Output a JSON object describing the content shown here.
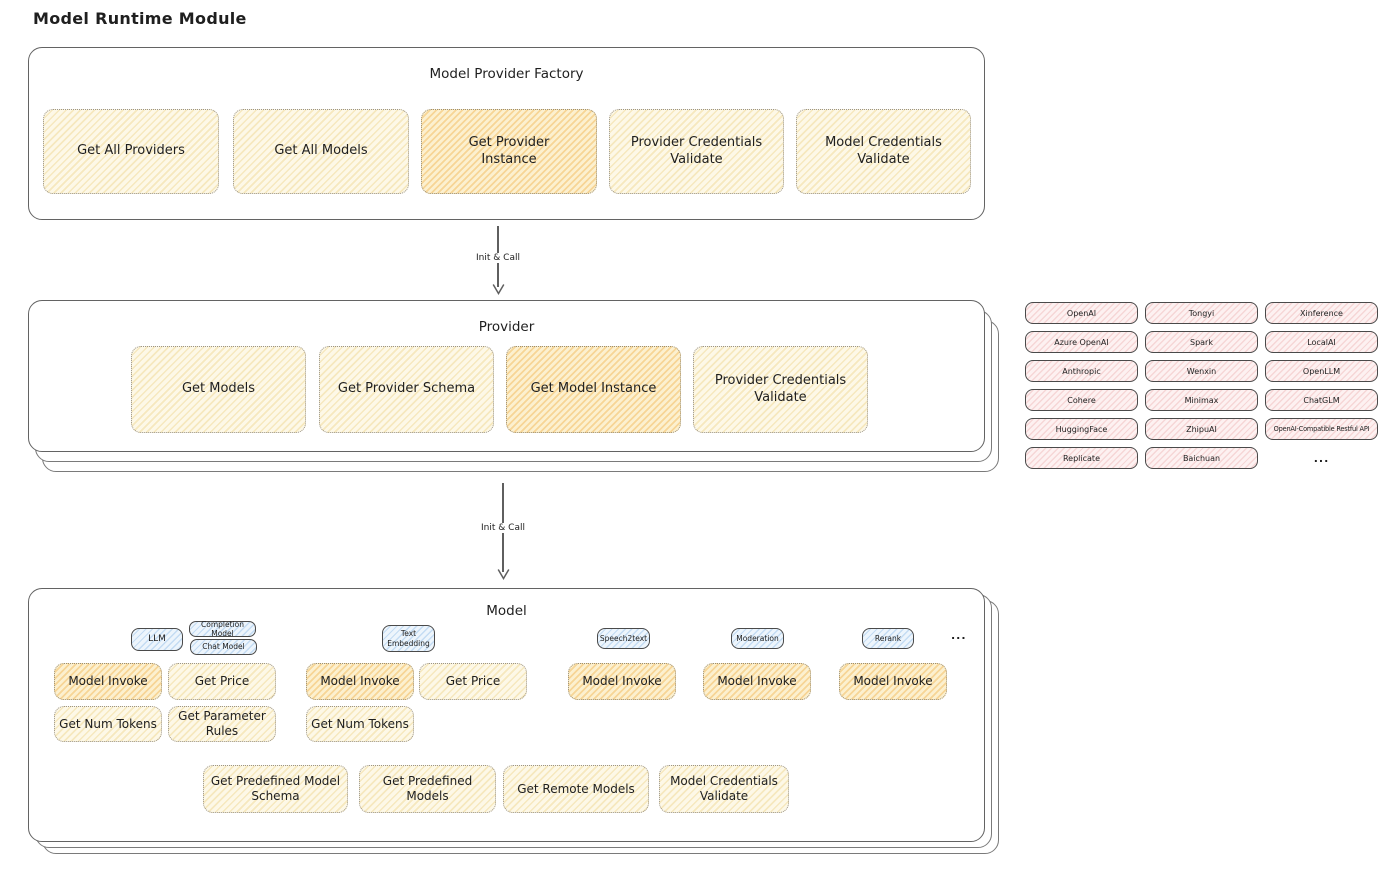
{
  "title": "Model Runtime Module",
  "colors": {
    "yellow_fill": "#fdf8e7",
    "orange_fill": "#fcf0cf",
    "pink_fill": "#fdf1f1",
    "blue_fill": "#edf5fc",
    "panel_border": "#636363",
    "accent_hatch_orange": "#f0b048"
  },
  "factory": {
    "title": "Model Provider Factory",
    "boxes": [
      {
        "label": "Get All Providers",
        "highlighted": false
      },
      {
        "label": "Get All Models",
        "highlighted": false
      },
      {
        "label": "Get Provider\nInstance",
        "highlighted": true
      },
      {
        "label": "Provider Credentials\nValidate",
        "highlighted": false
      },
      {
        "label": "Model Credentials\nValidate",
        "highlighted": false
      }
    ]
  },
  "arrow1": {
    "label": "Init & Call"
  },
  "provider": {
    "title": "Provider",
    "boxes": [
      {
        "label": "Get Models",
        "highlighted": false
      },
      {
        "label": "Get Provider Schema",
        "highlighted": false
      },
      {
        "label": "Get Model Instance",
        "highlighted": true
      },
      {
        "label": "Provider Credentials\nValidate",
        "highlighted": false
      }
    ]
  },
  "providers_grid": {
    "items": [
      "OpenAI",
      "Tongyi",
      "Xinference",
      "Azure OpenAI",
      "Spark",
      "LocalAI",
      "Anthropic",
      "Wenxin",
      "OpenLLM",
      "Cohere",
      "Minimax",
      "ChatGLM",
      "HuggingFace",
      "ZhipuAI",
      "OpenAI-Compatible Restful API",
      "Replicate",
      "Baichuan",
      "..."
    ]
  },
  "arrow2": {
    "label": "Init & Call"
  },
  "model": {
    "title": "Model",
    "tags": {
      "llm": "LLM",
      "completion_model": "Completion Model",
      "chat_model": "Chat Model",
      "text_embedding": "Text\nEmbedding",
      "speech2text": "Speech2text",
      "moderation": "Moderation",
      "rerank": "Rerank",
      "more": "..."
    },
    "features": [
      {
        "label": "Model Invoke",
        "highlighted": true
      },
      {
        "label": "Get Price",
        "highlighted": false
      },
      {
        "label": "Model Invoke",
        "highlighted": true
      },
      {
        "label": "Get Price",
        "highlighted": false
      },
      {
        "label": "Model Invoke",
        "highlighted": true
      },
      {
        "label": "Model Invoke",
        "highlighted": true
      },
      {
        "label": "Model Invoke",
        "highlighted": true
      }
    ],
    "features_row2": [
      {
        "label": "Get Num Tokens",
        "highlighted": false
      },
      {
        "label": "Get Parameter\nRules",
        "highlighted": false
      },
      {
        "label": "Get Num Tokens",
        "highlighted": false
      }
    ],
    "bottom": [
      {
        "label": "Get Predefined Model\nSchema"
      },
      {
        "label": "Get Predefined\nModels"
      },
      {
        "label": "Get Remote Models"
      },
      {
        "label": "Model Credentials\nValidate"
      }
    ]
  }
}
